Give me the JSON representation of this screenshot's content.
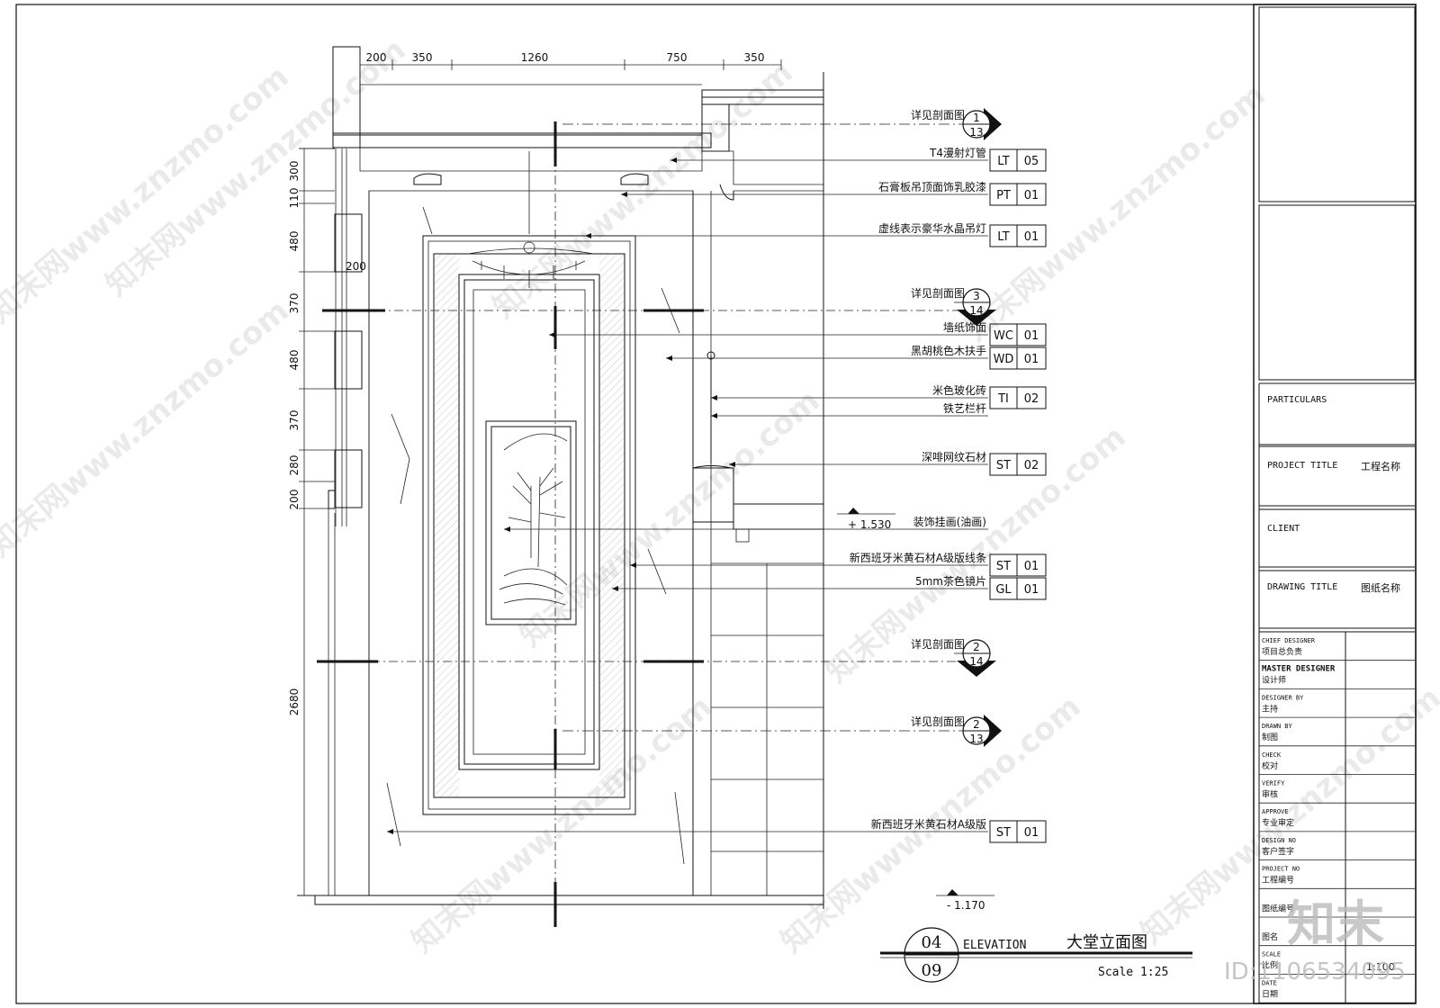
{
  "dimensions_top": [
    "200",
    "350",
    "1260",
    "750",
    "350"
  ],
  "dimensions_left": [
    "300",
    "110",
    "480",
    "370",
    "480",
    "370",
    "280",
    "200",
    "2680"
  ],
  "dim_inner": "200",
  "levels": [
    "+ 1.530",
    "- 1.170"
  ],
  "callouts": [
    {
      "label": "详见剖面图",
      "top": "1",
      "bottom": "13"
    },
    {
      "label": "详见剖面图",
      "top": "3",
      "bottom": "14"
    },
    {
      "label": "详见剖面图",
      "top": "2",
      "bottom": "14"
    },
    {
      "label": "详见剖面图",
      "top": "2",
      "bottom": "13"
    }
  ],
  "materials": [
    {
      "label": "T4漫射灯管",
      "code": "LT",
      "num": "05"
    },
    {
      "label": "石膏板吊顶面饰乳胶漆",
      "code": "PT",
      "num": "01"
    },
    {
      "label": "虚线表示豪华水晶吊灯",
      "code": "LT",
      "num": "01"
    },
    {
      "label": "墙纸饰面",
      "code": "WC",
      "num": "01"
    },
    {
      "label": "黑胡桃色木扶手",
      "code": "WD",
      "num": "01"
    },
    {
      "label": "米色玻化砖",
      "code": "TI",
      "num": "02"
    },
    {
      "label": "铁艺栏杆",
      "code": "",
      "num": ""
    },
    {
      "label": "深啡网纹石材",
      "code": "ST",
      "num": "02"
    },
    {
      "label": "装饰挂画(油画)",
      "code": "",
      "num": ""
    },
    {
      "label": "新西班牙米黄石材A级版线条",
      "code": "ST",
      "num": "01"
    },
    {
      "label": "5mm茶色镜片",
      "code": "GL",
      "num": "01"
    },
    {
      "label": "新西班牙米黄石材A级版",
      "code": "ST",
      "num": "01"
    }
  ],
  "title_block": {
    "particulars": "PARTICULARS",
    "project_title": "PROJECT TITLE",
    "project_title_cn": "工程名称",
    "client": "CLIENT",
    "drawing_title": "DRAWING TITLE",
    "drawing_title_cn": "图纸名称",
    "roles": [
      {
        "en": "CHIEF DESIGNER",
        "cn": "项目总负责"
      },
      {
        "en": "MASTER DESIGNER",
        "cn": "设计师"
      },
      {
        "en": "DESIGNER BY",
        "cn": "主持"
      },
      {
        "en": "DRAWN BY",
        "cn": "制图"
      },
      {
        "en": "CHECK",
        "cn": "校对"
      },
      {
        "en": "VERIFY",
        "cn": "审核"
      },
      {
        "en": "APPROVE",
        "cn": "专业审定"
      },
      {
        "en": "DESIGN NO",
        "cn": "客户签字"
      },
      {
        "en": "PROJECT NO",
        "cn": "工程编号"
      },
      {
        "en": "",
        "cn": "图纸编号"
      },
      {
        "en": "",
        "cn": "图名"
      },
      {
        "en": "SCALE",
        "cn": "比例"
      },
      {
        "en": "DATE",
        "cn": "日期"
      }
    ],
    "scale_value": "1:100"
  },
  "drawing_label": {
    "number_top": "04",
    "number_bottom": "09",
    "type": "ELEVATION",
    "title_cn": "大堂立面图",
    "scale": "Scale 1:25"
  },
  "watermark": {
    "text": "知末网www.znzmo.com",
    "logo": "知末",
    "id": "ID:1106534095"
  }
}
